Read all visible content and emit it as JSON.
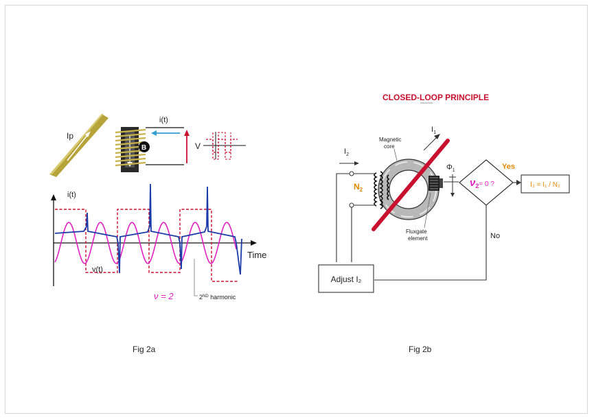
{
  "fig2a": {
    "label_ip": "Ip",
    "label_it_top": "i(t)",
    "label_b": "B",
    "label_v": "V",
    "label_it_axis": "i(t)",
    "label_time": "Time",
    "label_vt": "v(t)",
    "nu_eq": "ν = 2",
    "harmonic_pre": "2",
    "harmonic_sup": "ND",
    "harmonic_post": " harmonic",
    "caption": "Fig 2a"
  },
  "fig2b": {
    "title": "CLOSED-LOOP PRINCIPLE",
    "i1": "I",
    "i1_sub": "1",
    "i2": "I",
    "i2_sub": "2",
    "magnetic_core_1": "Magnetic",
    "magnetic_core_2": "core",
    "n2": "N",
    "n2_sub": "2",
    "phi": "Φ",
    "phi_sub": "1",
    "fluxgate_1": "Fluxgate",
    "fluxgate_2": "element",
    "decision_main": "ν",
    "decision_sub": "2",
    "decision_rest": "= 0 ?",
    "yes": "Yes",
    "no": "No",
    "result_text": "I₂ = I₁ / N₂",
    "adjust_text": "Adjust I₂",
    "caption": "Fig 2b"
  },
  "colors": {
    "red": "#c8102e",
    "magenta": "#e020c0",
    "blue": "#1a3aa8",
    "orange": "#e08a00",
    "gold": "#b6a43a",
    "cyan": "#30a0d0"
  }
}
